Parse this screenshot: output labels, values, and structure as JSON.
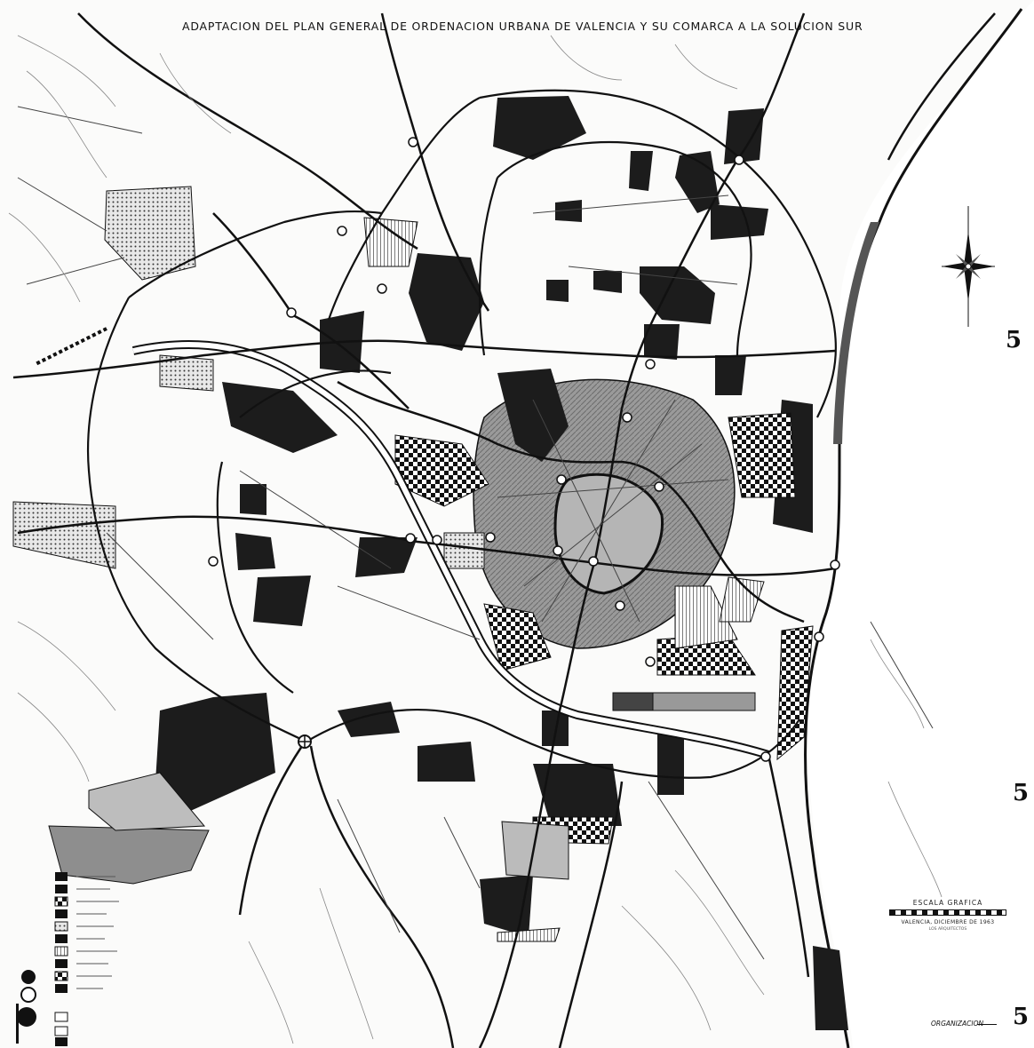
{
  "map": {
    "title": "ADAPTACION DEL PLAN GENERAL DE ORDENACION URBANA DE VALENCIA Y SU COMARCA A LA SOLUCION SUR",
    "sheet_numbers": [
      "5",
      "5",
      "5"
    ],
    "scale": {
      "title": "ESCALA GRAFICA",
      "date": "VALENCIA, DICIEMBRE DE 1963",
      "credit": "LOS ARQUITECTOS"
    },
    "organization_label": "ORGANIZACION",
    "colors": {
      "paper": "#fbfbfa",
      "ink": "#111111",
      "sea": "#ffffff",
      "grey_zone": "#8a8a8a",
      "dark_zone": "#1c1c1c"
    },
    "features": [
      "compass-rose",
      "river-turia-channel",
      "ring-roads",
      "coastline",
      "zoning-legend"
    ]
  }
}
